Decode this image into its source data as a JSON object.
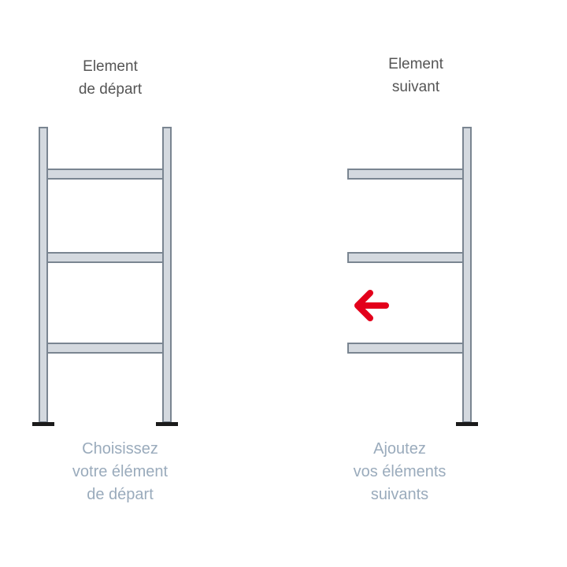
{
  "start_element": {
    "title_lines": [
      "Element",
      "de départ"
    ],
    "caption_lines": [
      "Choisissez",
      "votre élément",
      "de départ"
    ]
  },
  "next_element": {
    "title_lines": [
      "Element",
      "suivant"
    ],
    "caption_lines": [
      "Ajoutez",
      "vos éléments",
      "suivants"
    ]
  },
  "colors": {
    "frame_fill": "#d4d9df",
    "frame_stroke": "#7a8591",
    "foot": "#1a1a1a",
    "arrow": "#e3001b",
    "caption": "#9aabbc",
    "title": "#555555"
  },
  "icons": {
    "arrow": "arrow-left-icon"
  }
}
